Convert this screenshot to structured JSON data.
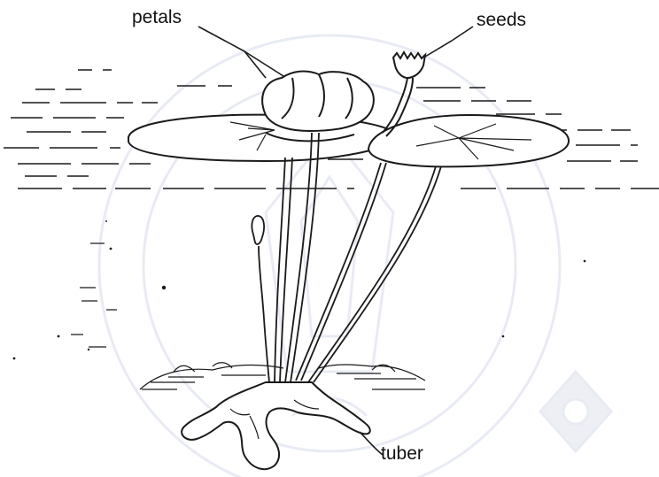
{
  "diagram": {
    "labels": {
      "petals": "petals",
      "seeds": "seeds",
      "tuber": "tuber"
    }
  },
  "colors": {
    "ink": "#1a1a1a",
    "watermark": "#d8dde9",
    "background": "#ffffff"
  }
}
